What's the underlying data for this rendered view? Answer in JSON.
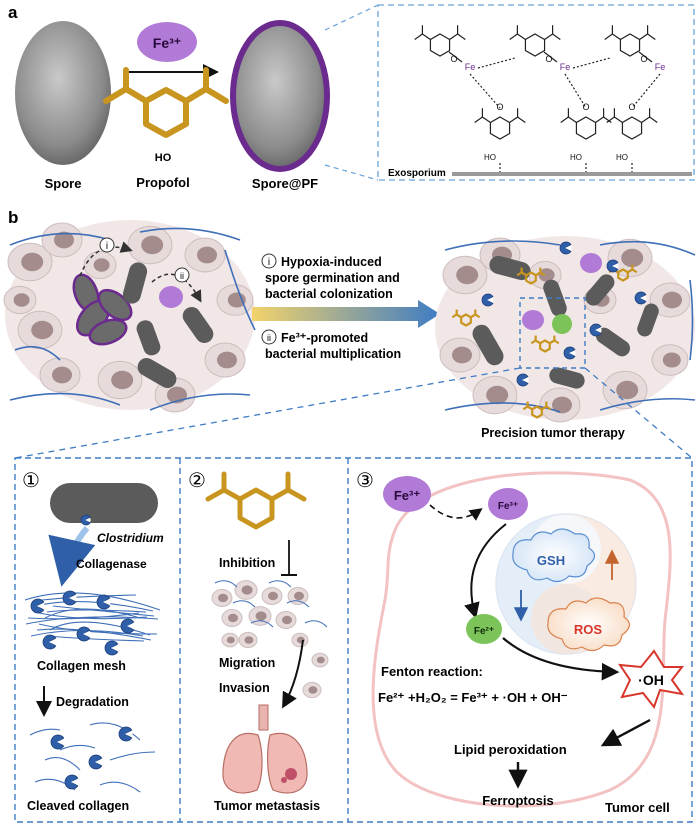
{
  "panel_a": {
    "letter": "a",
    "fe3_label": "Fe³⁺",
    "propofol_label": "Propofol",
    "spore_label": "Spore",
    "spore_pf_label": "Spore@PF",
    "exosporium_label": "Exosporium",
    "ho_label": "HO",
    "o_label": "O",
    "fe_label": "Fe"
  },
  "panel_b": {
    "letter": "b",
    "marker_i": "i",
    "marker_ii": "ii",
    "step_i_line1": "Hypoxia-induced",
    "step_i_line2": "spore germination and",
    "step_i_line3": "bacterial colonization",
    "step_ii_line1": "Fe³⁺-promoted",
    "step_ii_line2": "bacterial multiplication",
    "precision_label": "Precision tumor therapy"
  },
  "box1": {
    "number": "①",
    "clostridium": "Clostridium",
    "collagenase": "Collagenase",
    "collagen_mesh": "Collagen mesh",
    "degradation": "Degradation",
    "cleaved": "Cleaved collagen"
  },
  "box2": {
    "number": "②",
    "inhibition": "Inhibition",
    "migration": "Migration",
    "invasion": "Invasion",
    "metastasis": "Tumor metastasis"
  },
  "box3": {
    "number": "③",
    "fe3_outside": "Fe³⁺",
    "fe3_inside": "Fe³⁺",
    "fe2": "Fe²⁺",
    "gsh": "GSH",
    "ros": "ROS",
    "fenton_title": "Fenton reaction:",
    "fenton_equation": "Fe²⁺ +H₂O₂ = Fe³⁺ + ·OH + OH⁻",
    "oh_radical": "·OH",
    "lipid": "Lipid peroxidation",
    "ferroptosis": "Ferroptosis",
    "tumor_cell": "Tumor cell"
  },
  "colors": {
    "propofol_gold": "#C8951F",
    "purple": "#6B2A8E",
    "fe3_blob": "#B07AD6",
    "fe2_blob": "#7CC45A",
    "dash_blue": "#3E7CC4",
    "bacteria_gray": "#5B5B5B",
    "ros_red": "#D9362B",
    "gsh_blue": "#2F5FA8"
  }
}
